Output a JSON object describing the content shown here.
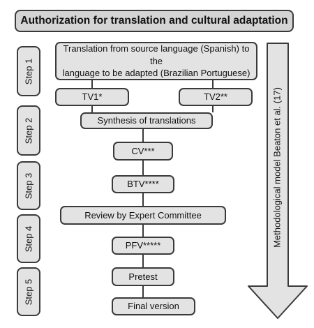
{
  "title": "Authorization for translation and cultural adaptation",
  "steps": [
    "Step 1",
    "Step 2",
    "Step 3",
    "Step 4",
    "Step 5"
  ],
  "boxes": {
    "translation_line1": "Translation from source language (Spanish) to the",
    "translation_line2": "language to be adapted (Brazilian Portuguese)",
    "tv1": "TV1*",
    "tv2": "TV2**",
    "synthesis": "Synthesis of translations",
    "cv": "CV***",
    "btv": "BTV****",
    "review": "Review by Expert Committee",
    "pfv": "PFV*****",
    "pretest": "Pretest",
    "final": "Final version"
  },
  "side_arrow_label": "Methodological model Beaton et al. (17)",
  "colors": {
    "box_fill": "#e3e3e3",
    "border": "#3a3a3a"
  }
}
